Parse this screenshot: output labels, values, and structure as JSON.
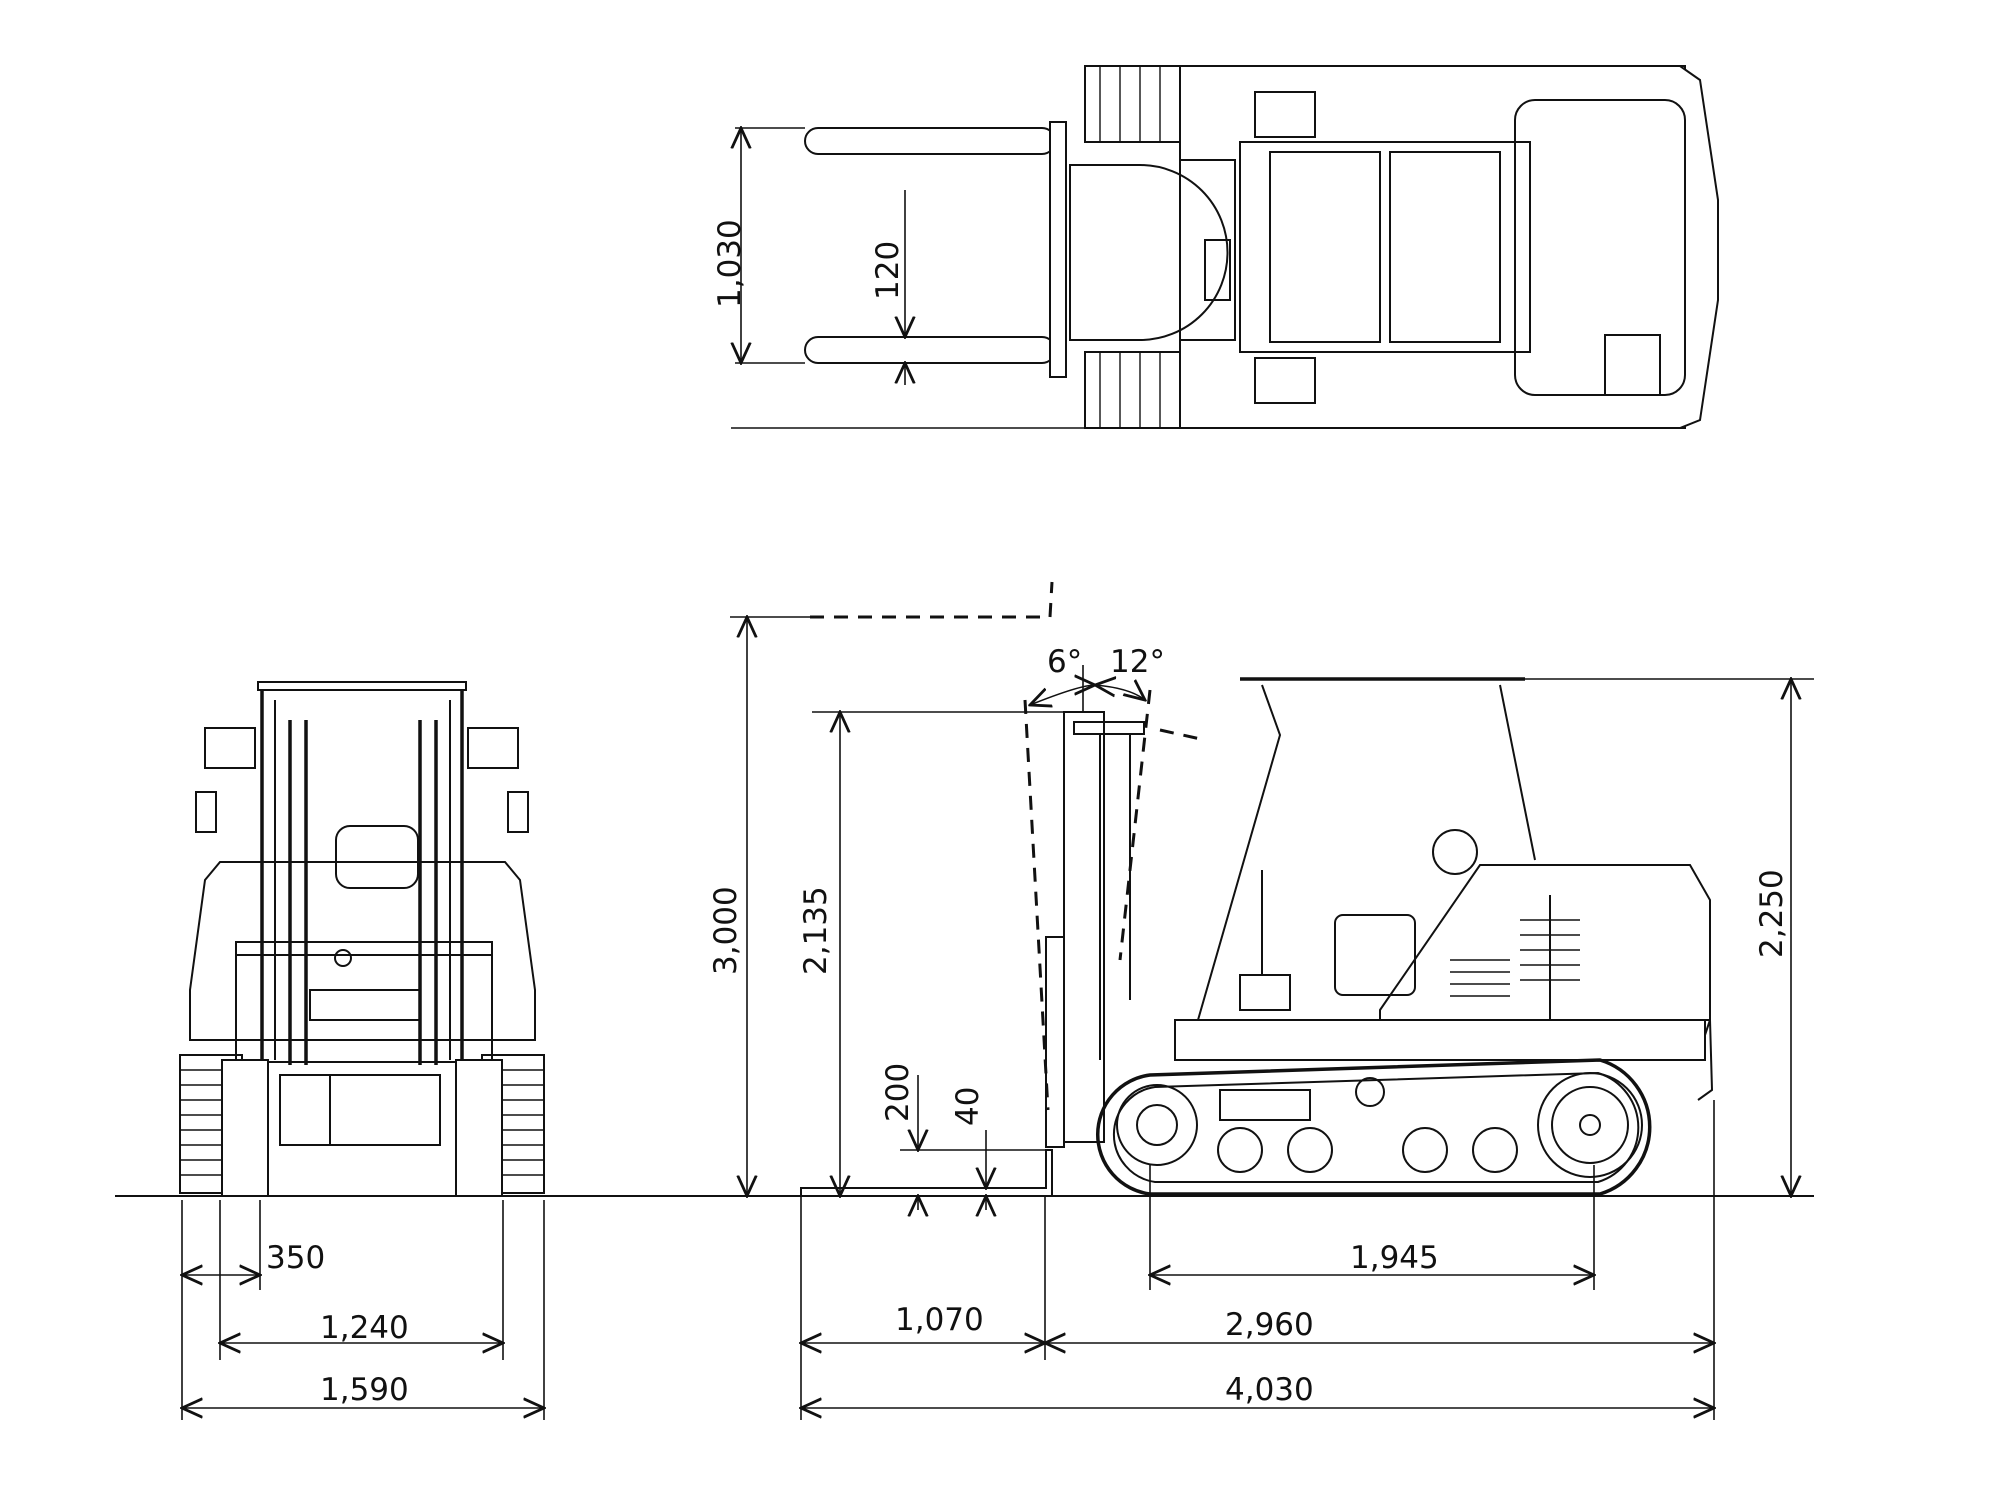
{
  "colors": {
    "line": "#111111",
    "background": "#ffffff"
  },
  "front_view": {
    "dims": {
      "fork_width": "350",
      "track_gauge": "1,240",
      "overall_width": "1,590"
    }
  },
  "side_view": {
    "dims": {
      "max_lift": "3,000",
      "free_lift": "2,135",
      "fork_clearance": "200",
      "fork_thickness": "40",
      "overall_height": "2,250",
      "tumbler_distance": "1,945",
      "fork_length": "1,070",
      "body_length": "2,960",
      "overall_length": "4,030",
      "tilt_forward": "6°",
      "tilt_backward": "12°"
    }
  },
  "top_view": {
    "dims": {
      "fork_spread": "1,030",
      "fork_width": "120"
    }
  }
}
